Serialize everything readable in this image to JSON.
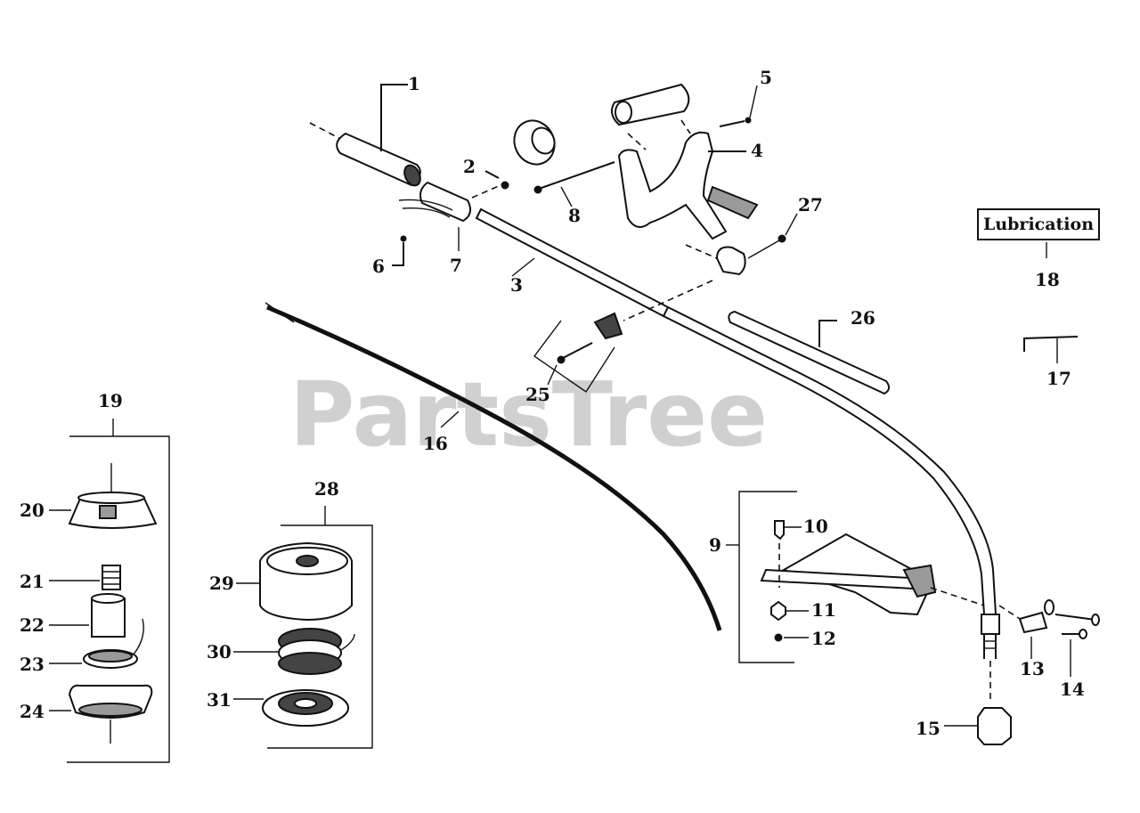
{
  "watermark": "PartsTree",
  "lubrication_label": "Lubrication",
  "callouts": {
    "c1": "1",
    "c2": "2",
    "c3": "3",
    "c4": "4",
    "c5": "5",
    "c6": "6",
    "c7": "7",
    "c8": "8",
    "c9": "9",
    "c10": "10",
    "c11": "11",
    "c12": "12",
    "c13": "13",
    "c14": "14",
    "c15": "15",
    "c16": "16",
    "c17": "17",
    "c18": "18",
    "c19": "19",
    "c20": "20",
    "c21": "21",
    "c22": "22",
    "c23": "23",
    "c24": "24",
    "c25": "25",
    "c26": "26",
    "c27": "27",
    "c28": "28",
    "c29": "29",
    "c30": "30",
    "c31": "31"
  }
}
